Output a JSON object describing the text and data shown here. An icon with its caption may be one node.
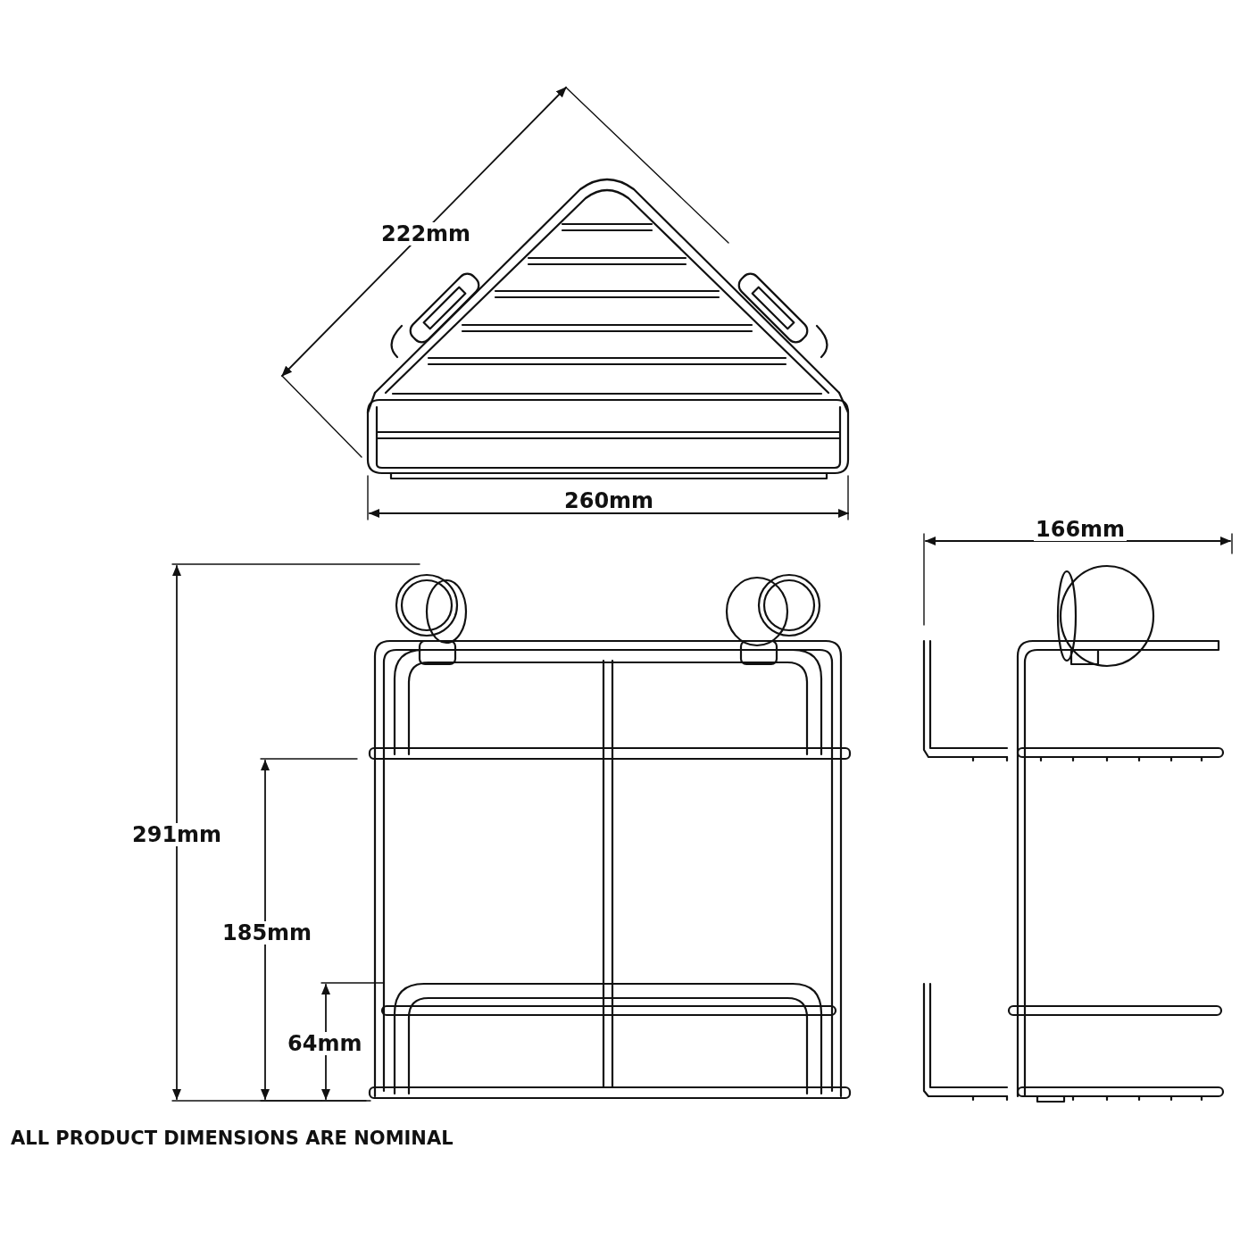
{
  "diagram": {
    "labels": [
      "222mm",
      "260mm",
      "166mm",
      "291mm",
      "185mm",
      "64mm",
      "ALL PRODUCT DIMENSIONS ARE NOMINAL"
    ]
  }
}
